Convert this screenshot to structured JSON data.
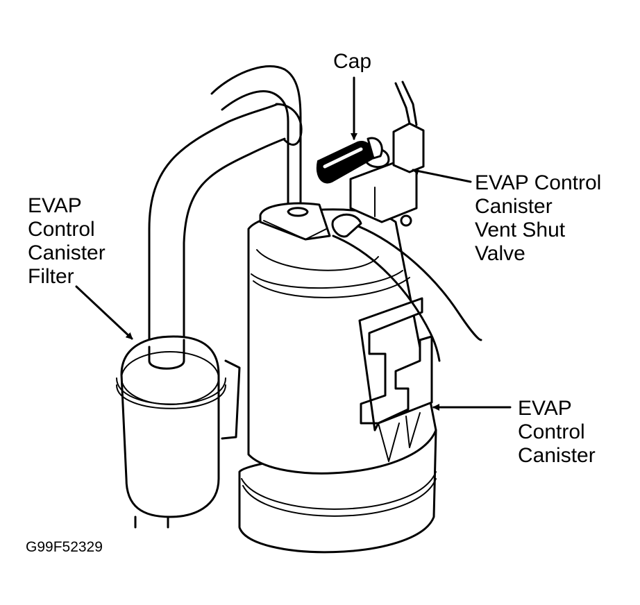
{
  "figure": {
    "title": "EVAP Control Canister Assembly",
    "code": "G99F52329",
    "colors": {
      "line": "#000000",
      "background": "#ffffff"
    }
  },
  "callouts": {
    "cap": {
      "lines": [
        "Cap"
      ]
    },
    "vent_shut_valve": {
      "lines": [
        "EVAP Control",
        "Canister",
        "Vent Shut",
        "Valve"
      ]
    },
    "filter": {
      "lines": [
        "EVAP",
        "Control",
        "Canister",
        "Filter"
      ]
    },
    "canister": {
      "lines": [
        "EVAP",
        "Control",
        "Canister"
      ]
    }
  }
}
